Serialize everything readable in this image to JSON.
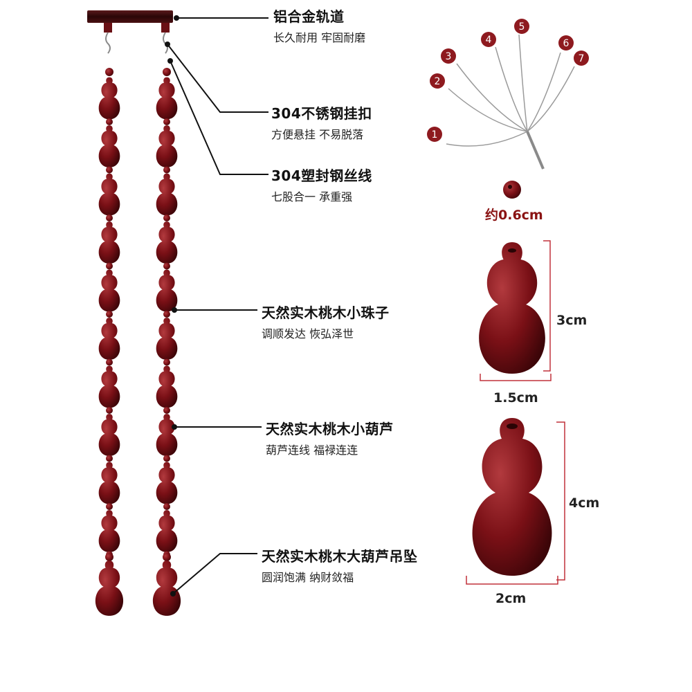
{
  "colors": {
    "wood": "#7a1016",
    "wood_dark": "#3c0508",
    "wood_light": "#b23a3e",
    "rail": "#3a0a0c",
    "line": "#111111",
    "badge": "#8e1a1f",
    "dim_line": "#c0303a"
  },
  "callouts": [
    {
      "title": "铝合金轨道",
      "subtitle": "长久耐用 牢固耐磨"
    },
    {
      "title": "304不锈钢挂扣",
      "subtitle": "方便悬挂 不易脱落"
    },
    {
      "title": "304塑封钢丝线",
      "subtitle": "七股合一 承重强"
    },
    {
      "title": "天然实木桃木小珠子",
      "subtitle": "调顺发达 恢弘泽世"
    },
    {
      "title": "天然实木桃木小葫芦",
      "subtitle": "葫芦连线 福禄连连"
    },
    {
      "title": "天然实木桃木大葫芦吊坠",
      "subtitle": "圆润饱满 纳财敛福"
    }
  ],
  "wire_strands": [
    "1",
    "2",
    "3",
    "4",
    "5",
    "6",
    "7"
  ],
  "bead_size": "约0.6cm",
  "small_gourd": {
    "height": "3cm",
    "width": "1.5cm"
  },
  "large_gourd": {
    "height": "4cm",
    "width": "2cm"
  }
}
